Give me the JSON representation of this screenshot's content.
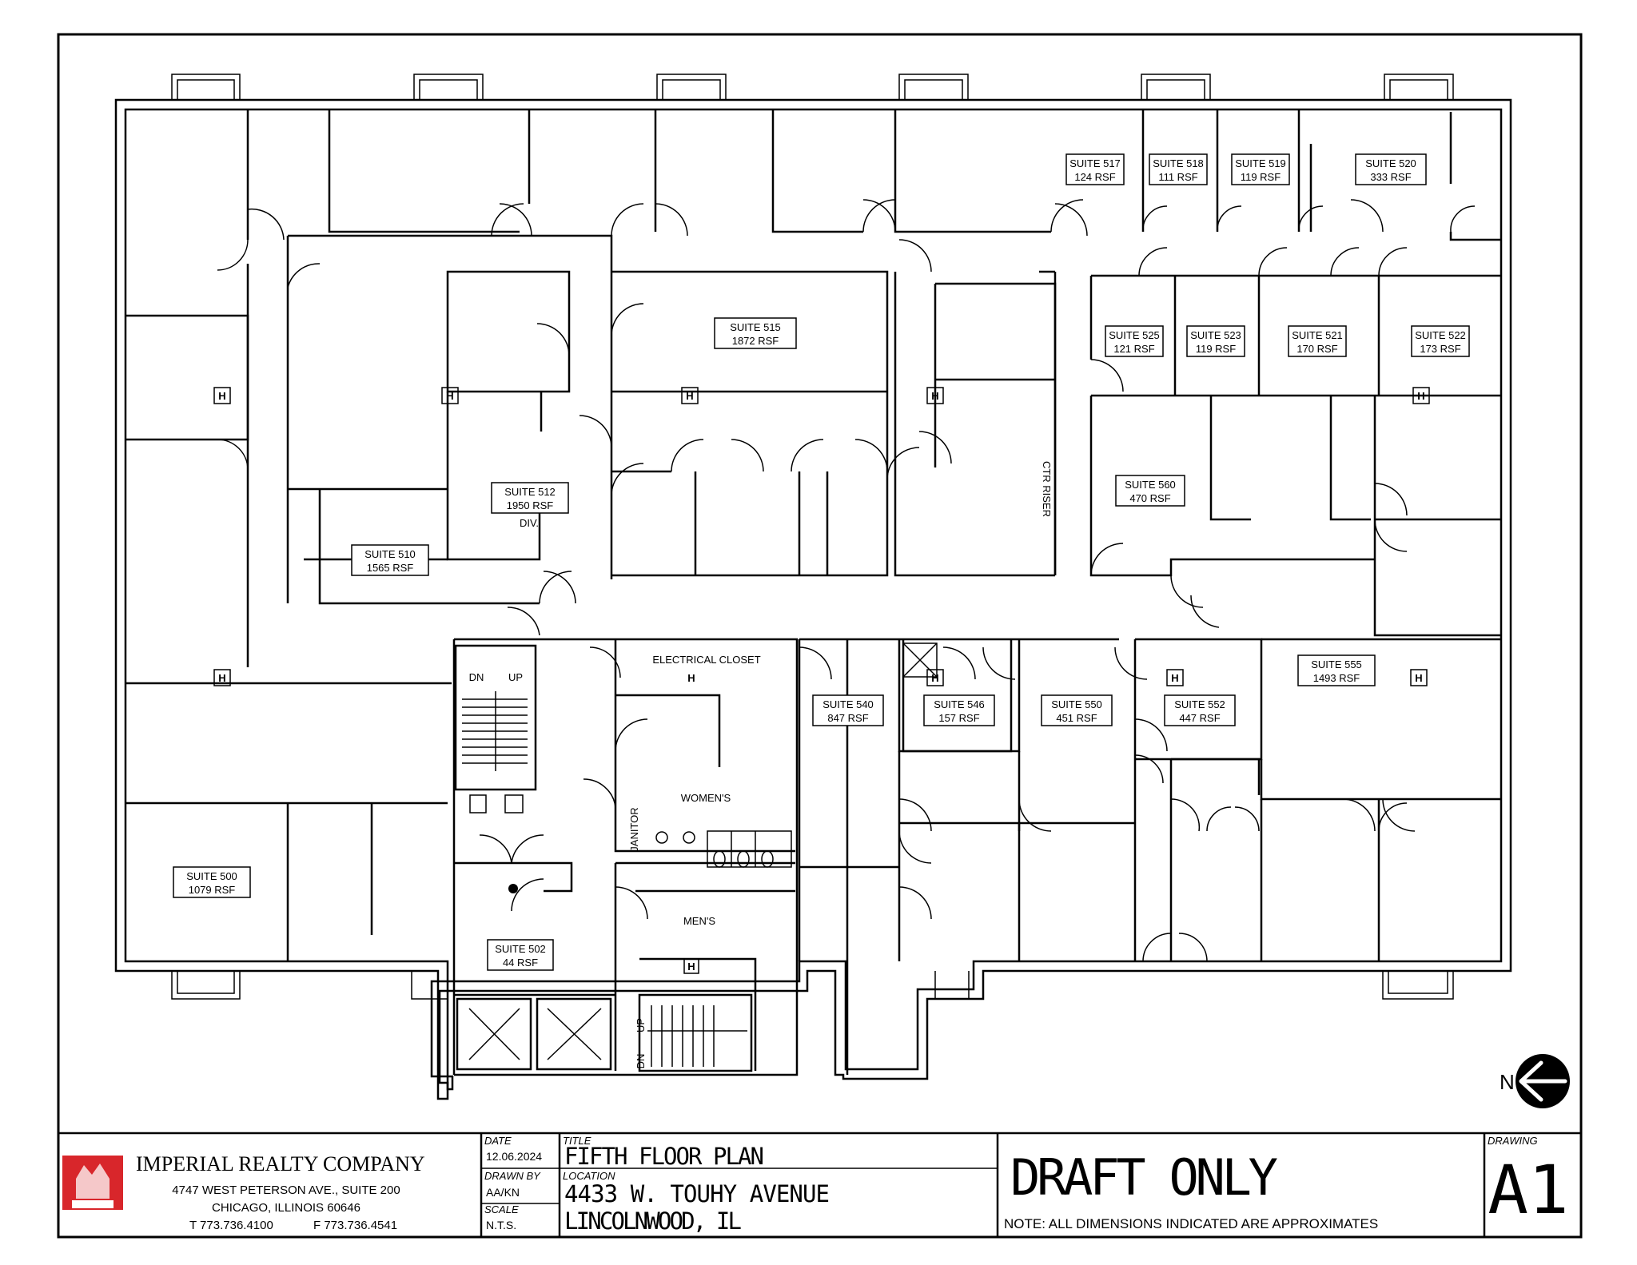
{
  "suites": [
    {
      "name": "SUITE 517",
      "area": "124 RSF"
    },
    {
      "name": "SUITE 518",
      "area": "111 RSF"
    },
    {
      "name": "SUITE 519",
      "area": "119 RSF"
    },
    {
      "name": "SUITE 520",
      "area": "333 RSF"
    },
    {
      "name": "SUITE 515",
      "area": "1872 RSF"
    },
    {
      "name": "SUITE 525",
      "area": "121 RSF"
    },
    {
      "name": "SUITE 523",
      "area": "119 RSF"
    },
    {
      "name": "SUITE 521",
      "area": "170 RSF"
    },
    {
      "name": "SUITE 522",
      "area": "173 RSF"
    },
    {
      "name": "SUITE 512",
      "area": "1950 RSF"
    },
    {
      "name": "SUITE 560",
      "area": "470 RSF"
    },
    {
      "name": "SUITE 510",
      "area": "1565 RSF"
    },
    {
      "name": "SUITE 555",
      "area": "1493 RSF"
    },
    {
      "name": "SUITE 540",
      "area": "847 RSF"
    },
    {
      "name": "SUITE 546",
      "area": "157 RSF"
    },
    {
      "name": "SUITE 550",
      "area": "451 RSF"
    },
    {
      "name": "SUITE 552",
      "area": "447 RSF"
    },
    {
      "name": "SUITE 500",
      "area": "1079 RSF"
    },
    {
      "name": "SUITE 502",
      "area": "44 RSF"
    }
  ],
  "room_labels": {
    "electrical_closet": "ELECTRICAL CLOSET",
    "womens": "WOMEN'S",
    "mens": "MEN'S",
    "janitor": "JANITOR",
    "div": "DIV.",
    "stair_dn": "DN",
    "stair_up": "UP",
    "ctr_riser": "CTR RISER",
    "hose_marker": "H"
  },
  "north_arrow": {
    "label": "N"
  },
  "title_block": {
    "company": "IMPERIAL REALTY COMPANY",
    "address_1": "4747 WEST PETERSON AVE., SUITE 200",
    "address_2": "CHICAGO, ILLINOIS 60646",
    "phone": "T 773.736.4100",
    "fax": "F 773.736.4541",
    "date_label": "DATE",
    "date_value": "12.06.2024",
    "drawn_by_label": "DRAWN BY",
    "drawn_by_value": "AA/KN",
    "scale_label": "SCALE",
    "scale_value": "N.T.S.",
    "title_label": "TITLE",
    "title_value": "FIFTH FLOOR PLAN",
    "location_label": "LOCATION",
    "location_line1": "4433 W. TOUHY AVENUE",
    "location_line2": "LINCOLNWOOD, IL",
    "status": "DRAFT ONLY",
    "note": "NOTE: ALL DIMENSIONS INDICATED ARE APPROXIMATES",
    "drawing_label": "DRAWING",
    "drawing_value": "A1"
  },
  "colors": {
    "ink": "#000000",
    "logo_red": "#d8262b",
    "paper": "#ffffff"
  }
}
